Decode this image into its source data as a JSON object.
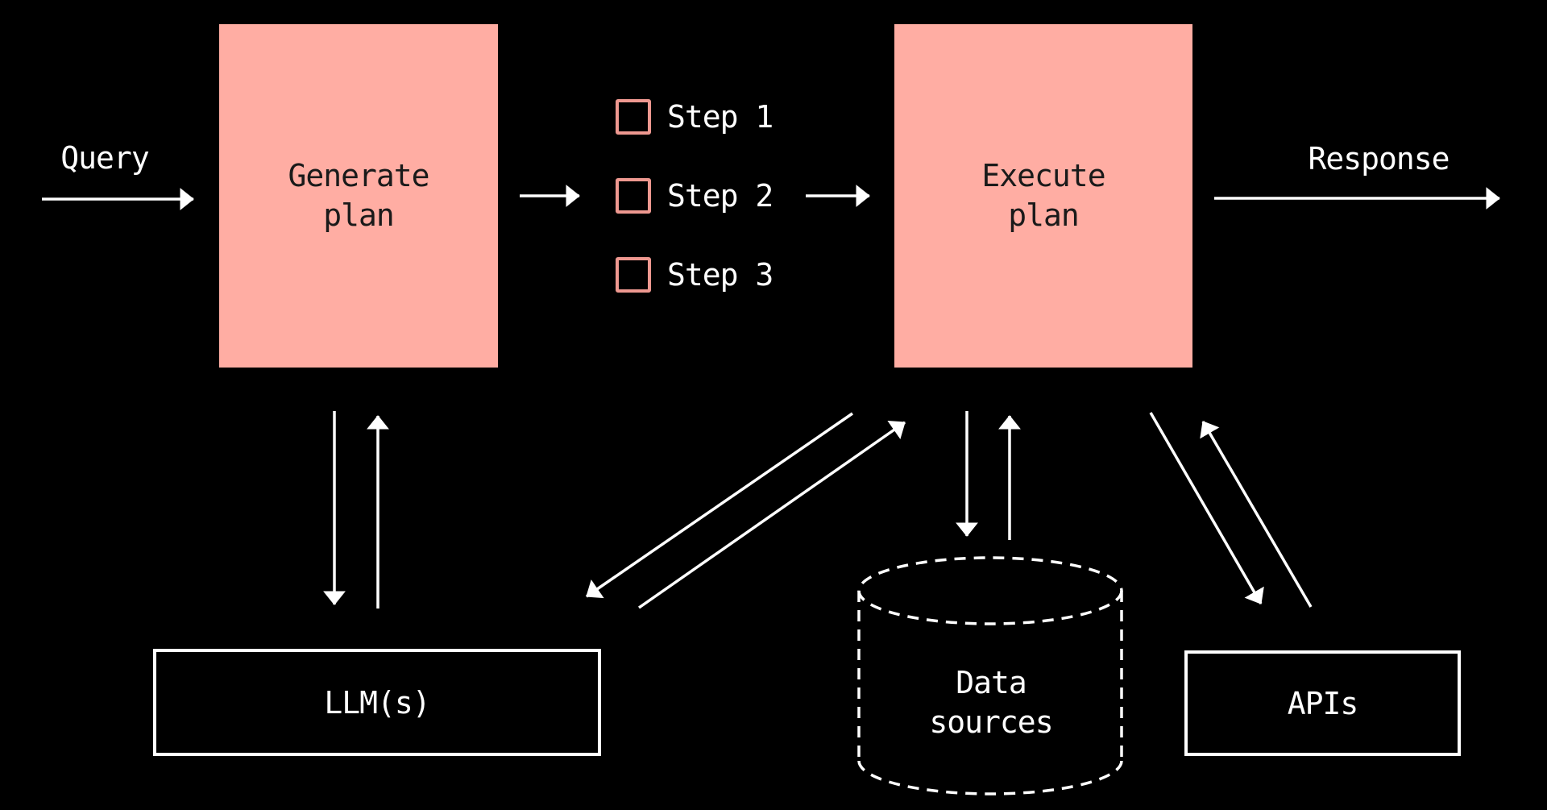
{
  "colors": {
    "background": "#000000",
    "node_fill_pink": "#FFADA3",
    "node_text_dark": "#1A1A1A",
    "checkbox_border_pink": "#EE9890",
    "line_white": "#FFFFFF"
  },
  "labels": {
    "query": "Query",
    "response": "Response"
  },
  "nodes": {
    "generate_plan": {
      "label": "Generate plan"
    },
    "execute_plan": {
      "label": "Execute plan"
    },
    "llm": {
      "label": "LLM(s)"
    },
    "data_sources": {
      "label": "Data sources"
    },
    "apis": {
      "label": "APIs"
    }
  },
  "steps": [
    "Step 1",
    "Step 2",
    "Step 3"
  ]
}
